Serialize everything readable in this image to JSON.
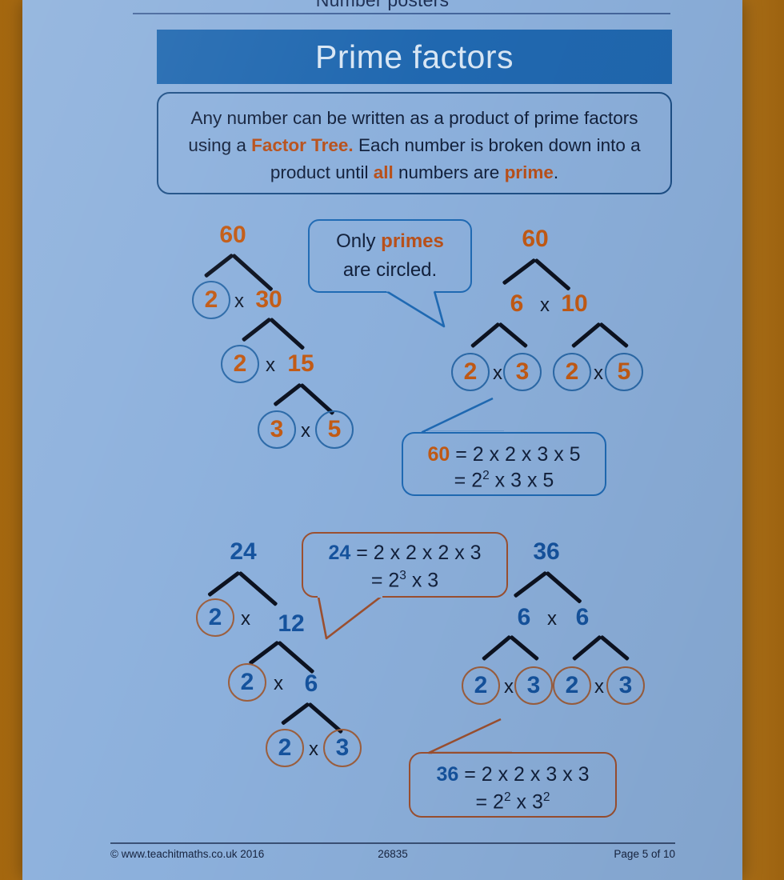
{
  "surround": {
    "color": "#b5741a"
  },
  "page": {
    "background": "#8cb0dc"
  },
  "running_head": {
    "text": "Number posters"
  },
  "title": {
    "text": "Prime factors",
    "bar_color": "#2068b0",
    "text_color": "#d8e6f4"
  },
  "intro": {
    "line1_a": "Any number can be written as a product of prime",
    "line2_a": "factors using a ",
    "line2_b": "Factor Tree.",
    "line2_c": " Each number is broken",
    "line3_a": "down into a product until ",
    "line3_b": "all",
    "line3_c": " numbers are ",
    "line3_d": "prime",
    "line3_e": ".",
    "highlight_color": "#b8501a"
  },
  "bubble": {
    "line1_a": "Only ",
    "line1_b": "primes",
    "line2": "are circled.",
    "border_color": "#1f6ab4",
    "highlight_color": "#b8501a"
  },
  "palette": {
    "top_number": "#c25a14",
    "top_ring": "#2c6aa8",
    "bottom_number": "#15539e",
    "bottom_ring": "#9c5f3e",
    "branch": "#0c1220",
    "operator": "#111a2c"
  },
  "trees": {
    "tree60_left": {
      "root": "60",
      "nodes": [
        "60",
        "2",
        "30",
        "2",
        "15",
        "3",
        "5"
      ],
      "ops": [
        "x",
        "x",
        "x"
      ],
      "circled": [
        "2",
        "2",
        "3",
        "5"
      ]
    },
    "tree60_right": {
      "root": "60",
      "nodes": [
        "60",
        "6",
        "10",
        "2",
        "3",
        "2",
        "5"
      ],
      "ops": [
        "x",
        "x",
        "x"
      ],
      "circled": [
        "2",
        "3",
        "2",
        "5"
      ]
    },
    "tree24": {
      "root": "24",
      "nodes": [
        "24",
        "2",
        "12",
        "2",
        "6",
        "2",
        "3"
      ],
      "ops": [
        "x",
        "x",
        "x"
      ],
      "circled": [
        "2",
        "2",
        "2",
        "3"
      ]
    },
    "tree36": {
      "root": "36",
      "nodes": [
        "36",
        "6",
        "6",
        "2",
        "3",
        "2",
        "3"
      ],
      "ops": [
        "x",
        "x",
        "x"
      ],
      "circled": [
        "2",
        "3",
        "2",
        "3"
      ]
    }
  },
  "callouts": {
    "c60": {
      "num": "60",
      "line1": " = 2 x 2 x 3 x 5",
      "line2_pre": "= 2",
      "line2_sup": "2",
      "line2_post": " x 3 x 5",
      "border_color": "#1f6ab4"
    },
    "c24": {
      "num": "24",
      "line1": " = 2 x 2 x 2 x 3",
      "line2_pre": "= 2",
      "line2_sup": "3",
      "line2_post": " x 3",
      "border_color": "#9c5030"
    },
    "c36": {
      "num": "36",
      "line1": " = 2 x 2 x 3 x 3",
      "line2_pre": "= 2",
      "line2_sup": "2",
      "line2_post": " x 3",
      "line2_sup2": "2",
      "border_color": "#9c5030"
    }
  },
  "footer": {
    "copyright": "© www.teachitmaths.co.uk 2016",
    "doc_id": "26835",
    "page_label": "Page 5 of 10"
  }
}
